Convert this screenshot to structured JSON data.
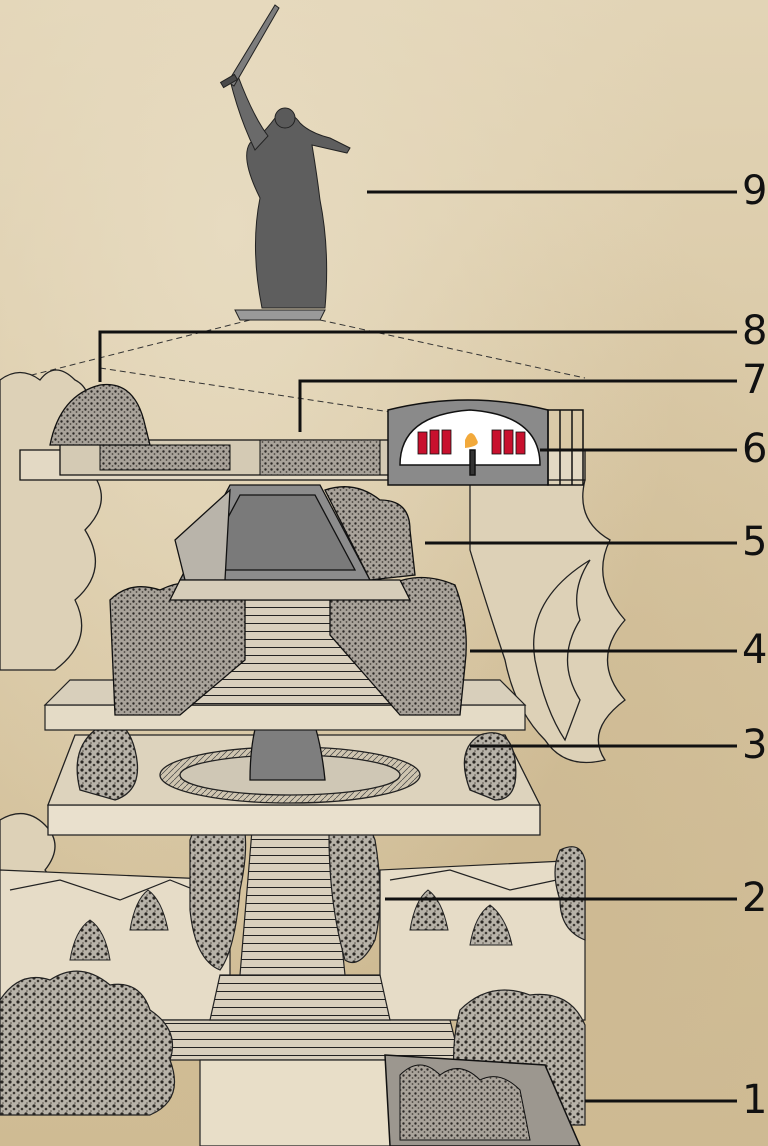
{
  "colors": {
    "background": "#d9c9a6",
    "line": "#111111",
    "stone": "#8a8a8a",
    "dark_stone": "#3d3d3d",
    "flag_red": "#c8102e",
    "flame": "#f2a93b"
  },
  "callouts": [
    {
      "number": "1",
      "target": "entrance-relief"
    },
    {
      "number": "2",
      "target": "poplar-alley"
    },
    {
      "number": "3",
      "target": "square-stand-to-death"
    },
    {
      "number": "4",
      "target": "ruined-walls"
    },
    {
      "number": "5",
      "target": "heroes-square"
    },
    {
      "number": "6",
      "target": "hall-of-military-glory"
    },
    {
      "number": "7",
      "target": "square-of-sorrow"
    },
    {
      "number": "8",
      "target": "mass-grave-mound"
    },
    {
      "number": "9",
      "target": "motherland-calls-statue"
    }
  ]
}
